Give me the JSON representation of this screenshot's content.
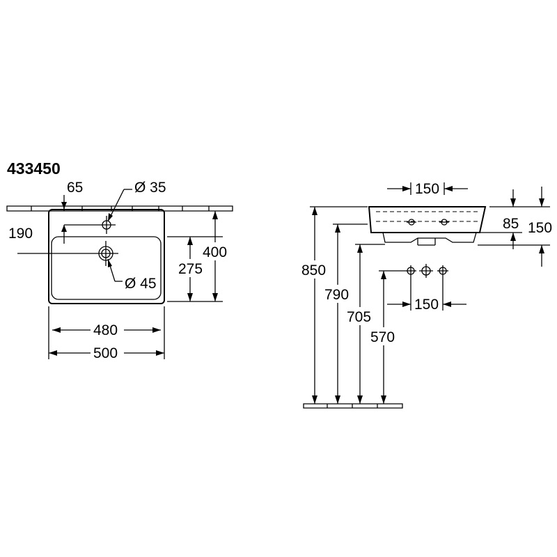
{
  "product_code": "433450",
  "top_view": {
    "tap_hole_dim": "Ø 35",
    "tap_offset_dim": "65",
    "tap_depth_dim": "190",
    "waste_dim": "Ø 45",
    "waste_height_dim": "275",
    "depth_dim": "400",
    "inner_width_dim": "480",
    "outer_width_dim": "500"
  },
  "side_view": {
    "top_spacing_dim": "150",
    "bottom_spacing_dim": "150",
    "bowl_depth_dim": "85",
    "overall_depth_dim": "150",
    "rim_height_dim": "850",
    "bowl_bottom_height_dim": "790",
    "waste_height_dim": "705",
    "supply_height_dim": "570"
  }
}
